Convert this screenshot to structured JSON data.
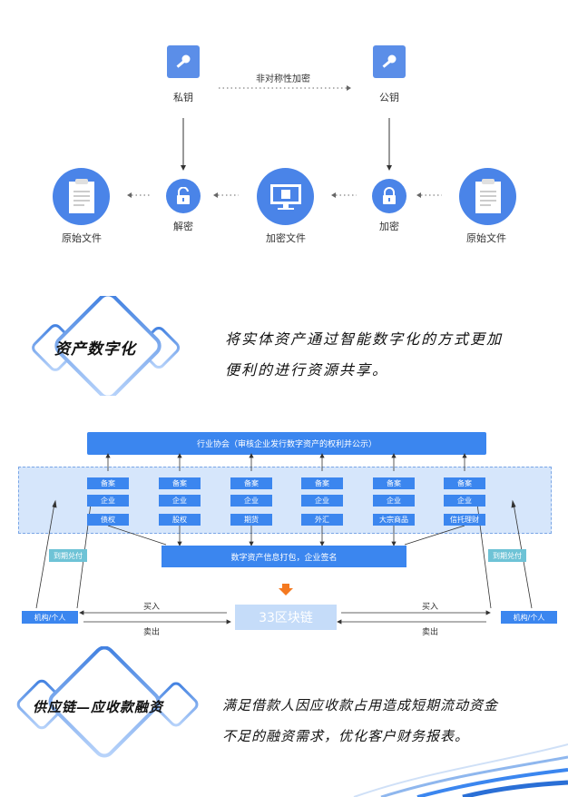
{
  "encryption_flow": {
    "private_key": "私钥",
    "public_key": "公钥",
    "asymmetric": "非对称性加密",
    "original_left": "原始文件",
    "decrypt": "解密",
    "encrypted_file": "加密文件",
    "encrypt": "加密",
    "original_right": "原始文件"
  },
  "section1": {
    "badge": "资产数字化",
    "desc_lines": [
      "将实体资产通过智能数字化的方式更加",
      "便利的进行资源共享。"
    ]
  },
  "asset_diagram": {
    "association": "行业协会（审核企业发行数字资产的权利并公示）",
    "columns": [
      {
        "filing": "备案",
        "company": "企业",
        "asset": "债权"
      },
      {
        "filing": "备案",
        "company": "企业",
        "asset": "股权"
      },
      {
        "filing": "备案",
        "company": "企业",
        "asset": "期货"
      },
      {
        "filing": "备案",
        "company": "企业",
        "asset": "外汇"
      },
      {
        "filing": "备案",
        "company": "企业",
        "asset": "大宗商品"
      },
      {
        "filing": "备案",
        "company": "企业",
        "asset": "信托理财"
      }
    ],
    "pack": "数字资产信息打包，企业签名",
    "chain": "33区块链",
    "left_actor": "机构/个人",
    "right_actor": "机构/个人",
    "left_redeem": "到期兑付",
    "right_redeem": "到期兑付",
    "buy_left": "买入",
    "sell_left": "卖出",
    "buy_right": "买入",
    "sell_right": "卖出"
  },
  "section2": {
    "badge": "供应链—应收款融资",
    "desc_lines": [
      "满足借款人因应收款占用造成短期流动资金",
      "不足的融资需求，优化客户财务报表。"
    ]
  },
  "colors": {
    "accent": "#3b86ef",
    "icon_blue": "#4a84e8",
    "teal": "#6ec3d6",
    "panel": "#d6e6fb"
  }
}
